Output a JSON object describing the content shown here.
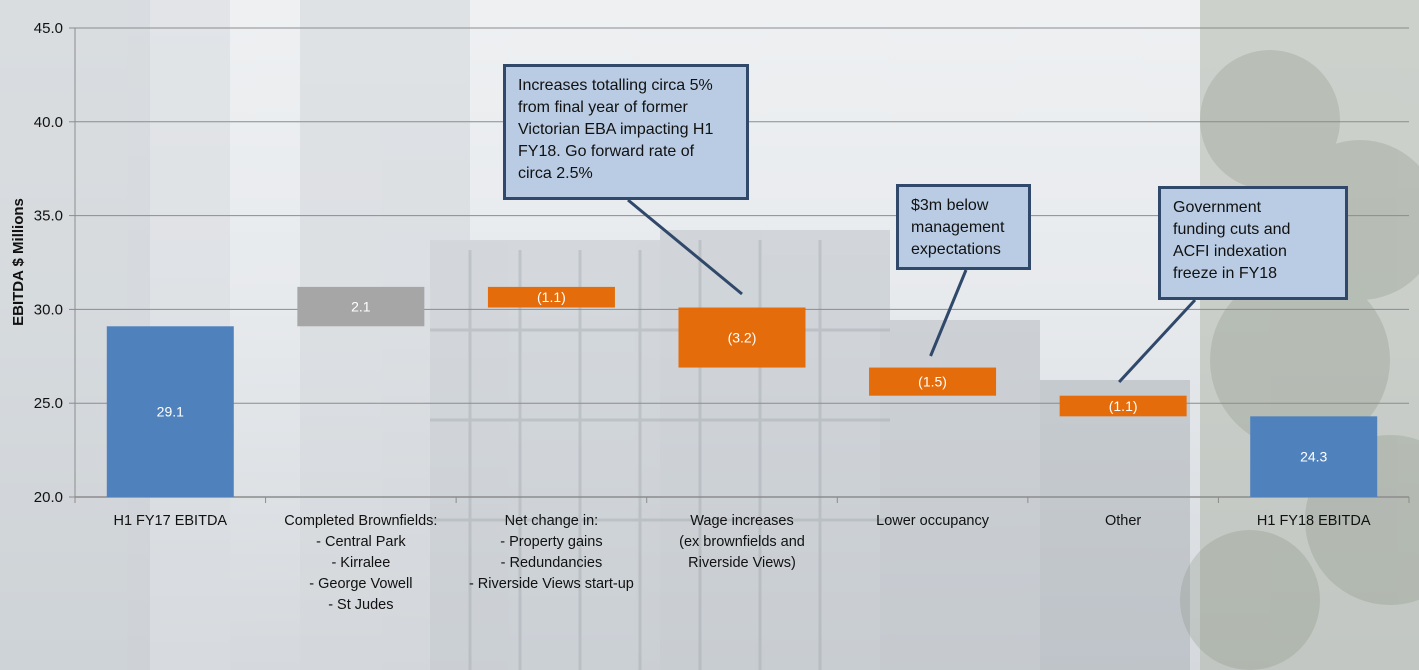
{
  "colors": {
    "blue": "#4f81bd",
    "grey": "#a6a6a6",
    "orange": "#e46c0a",
    "callout_bg": "#b9cce4",
    "callout_border": "#30486a"
  },
  "chart_data": {
    "type": "bar",
    "subtype": "waterfall",
    "ylabel": "EBITDA $ Millions",
    "ylim": [
      20.0,
      45.0
    ],
    "yticks": [
      "20.0",
      "25.0",
      "30.0",
      "35.0",
      "40.0",
      "45.0"
    ],
    "grid": true,
    "bars": [
      {
        "category": [
          "H1 FY17 EBITDA"
        ],
        "kind": "total",
        "value": 29.1,
        "label": "29.1",
        "color": "blue"
      },
      {
        "category": [
          "Completed Brownfields:",
          "- Central Park",
          "- Kirralee",
          "- George Vowell",
          "- St Judes"
        ],
        "kind": "increase",
        "value": 2.1,
        "label": "2.1",
        "color": "grey"
      },
      {
        "category": [
          "Net change in:",
          "- Property gains",
          "- Redundancies",
          "- Riverside Views start-up"
        ],
        "kind": "decrease",
        "value": -1.1,
        "label": "(1.1)",
        "color": "orange"
      },
      {
        "category": [
          "Wage increases",
          "(ex brownfields and",
          "Riverside Views)"
        ],
        "kind": "decrease",
        "value": -3.2,
        "label": "(3.2)",
        "color": "orange"
      },
      {
        "category": [
          "Lower occupancy"
        ],
        "kind": "decrease",
        "value": -1.5,
        "label": "(1.5)",
        "color": "orange"
      },
      {
        "category": [
          "Other"
        ],
        "kind": "decrease",
        "value": -1.1,
        "label": "(1.1)",
        "color": "orange"
      },
      {
        "category": [
          "H1 FY18 EBITDA"
        ],
        "kind": "total",
        "value": 24.3,
        "label": "24.3",
        "color": "blue"
      }
    ],
    "annotations": [
      {
        "target_bar": 3,
        "lines": [
          "Increases totalling circa 5%",
          "from final year of former",
          "Victorian EBA impacting H1",
          "FY18. Go forward rate of",
          "circa 2.5%"
        ]
      },
      {
        "target_bar": 4,
        "lines": [
          "$3m below",
          "management",
          "expectations"
        ]
      },
      {
        "target_bar": 5,
        "lines": [
          "Government",
          "funding cuts and",
          "ACFI indexation",
          "freeze in FY18"
        ]
      }
    ]
  }
}
